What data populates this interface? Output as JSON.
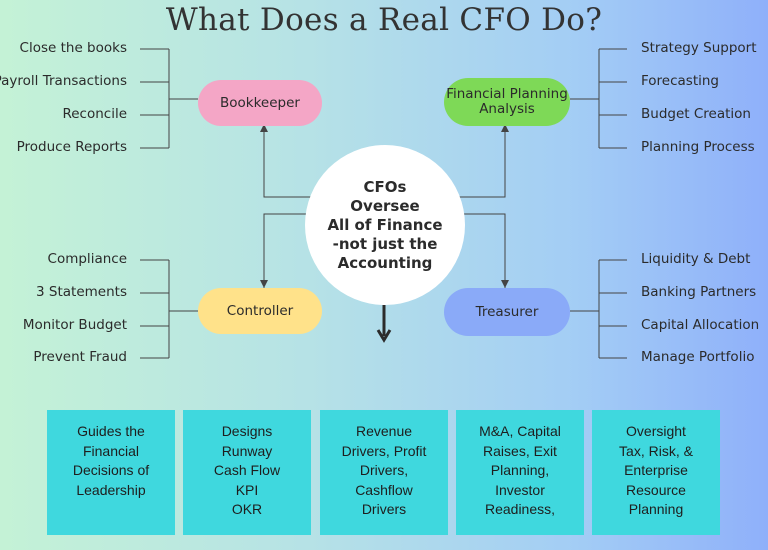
{
  "title": "What Does a Real CFO Do?",
  "center": "CFOs\nOversee\nAll of Finance\n-not just the\nAccounting",
  "roles": {
    "bookkeeper": "Bookkeeper",
    "fpa": "Financial Planning\nAnalysis",
    "controller": "Controller",
    "treasurer": "Treasurer"
  },
  "bookkeeper_items": [
    "Close the books",
    "Payroll Transactions",
    "Reconcile",
    "Produce Reports"
  ],
  "fpa_items": [
    "Strategy Support",
    "Forecasting",
    "Budget Creation",
    "Planning Process"
  ],
  "controller_items": [
    "Compliance",
    "3 Statements",
    "Monitor Budget",
    "Prevent Fraud"
  ],
  "treasurer_items": [
    "Liquidity & Debt",
    "Banking Partners",
    "Capital Allocation",
    "Manage Portfolio"
  ],
  "boxes": [
    "Guides the\nFinancial\nDecisions of\nLeadership",
    "Designs\nRunway\nCash Flow\nKPI\nOKR",
    "Revenue\nDrivers, Profit\nDrivers,\nCashflow\nDrivers",
    "M&A, Capital\nRaises, Exit\nPlanning,\nInvestor\nReadiness,",
    "Oversight\nTax, Risk, &\nEnterprise\nResource\nPlanning"
  ],
  "colors": {
    "bookkeeper": "#f4a6c6",
    "fpa": "#7ed957",
    "controller": "#ffe28a",
    "treasurer": "#8aaaf8",
    "box": "#3fd8de"
  }
}
